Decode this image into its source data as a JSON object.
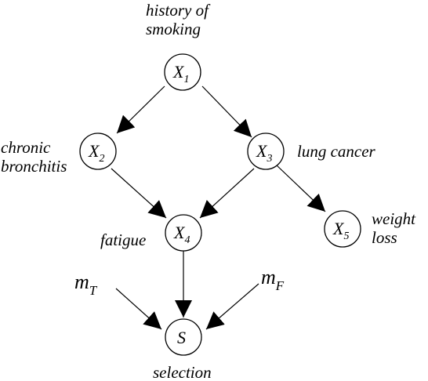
{
  "nodes": {
    "x1": {
      "symbol": "X",
      "sub": "1"
    },
    "x2": {
      "symbol": "X",
      "sub": "2"
    },
    "x3": {
      "symbol": "X",
      "sub": "3"
    },
    "x4": {
      "symbol": "X",
      "sub": "4"
    },
    "x5": {
      "symbol": "X",
      "sub": "5"
    },
    "s": {
      "symbol": "S",
      "sub": ""
    }
  },
  "params": {
    "mt": {
      "symbol": "m",
      "sub": "T"
    },
    "mf": {
      "symbol": "m",
      "sub": "F"
    }
  },
  "labels": {
    "x1": [
      "history of",
      "smoking"
    ],
    "x2": [
      "chronic",
      "bronchitis"
    ],
    "x3": [
      "lung cancer"
    ],
    "x4": [
      "fatigue"
    ],
    "x5": [
      "weight",
      "loss"
    ],
    "s": [
      "selection"
    ]
  },
  "colors": {
    "stroke": "#000000",
    "background": "#ffffff"
  }
}
